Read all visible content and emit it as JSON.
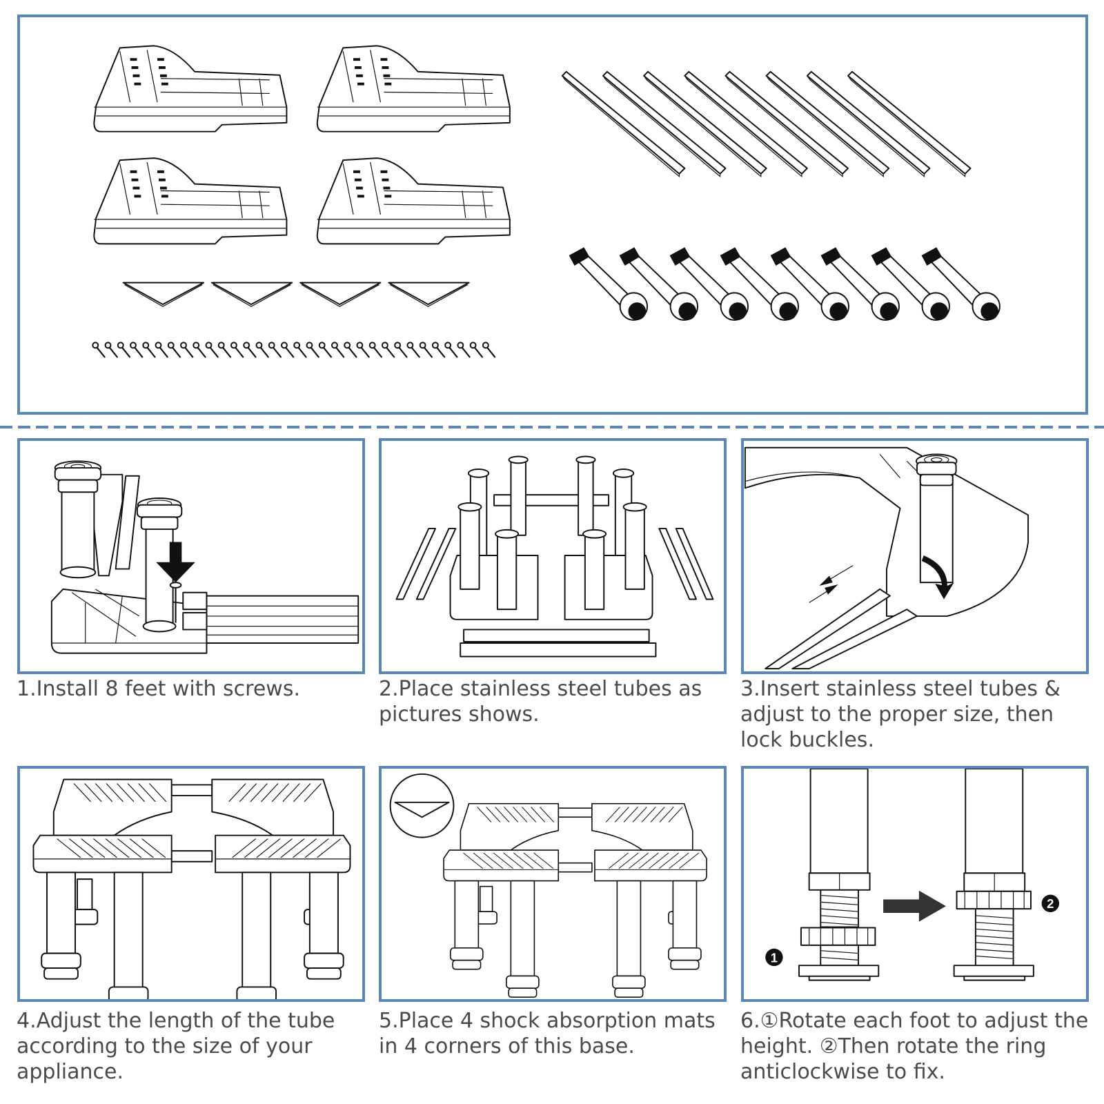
{
  "parts_panel": {
    "bracket_count": 4,
    "tube_count": 8,
    "foot_count": 8,
    "mat_count": 4,
    "screw_count": 32
  },
  "steps": [
    {
      "number": 1,
      "caption": "1.Install 8 feet with screws."
    },
    {
      "number": 2,
      "caption": "2.Place stainless steel tubes as pictures shows."
    },
    {
      "number": 3,
      "caption": "3.Insert stainless steel tubes & adjust to the proper size, then lock buckles."
    },
    {
      "number": 4,
      "caption": "4.Adjust the length of the tube according to the size of your appliance."
    },
    {
      "number": 5,
      "caption": "5.Place 4 shock absorption mats in 4 corners of this base."
    },
    {
      "number": 6,
      "caption": "6.①Rotate each foot to adjust the height. ②Then rotate the ring anticlockwise to fix."
    }
  ],
  "step6_markers": {
    "first": "1",
    "second": "2"
  },
  "colors": {
    "frame": "#5a86b8",
    "caption_text": "#4a4a4a"
  }
}
